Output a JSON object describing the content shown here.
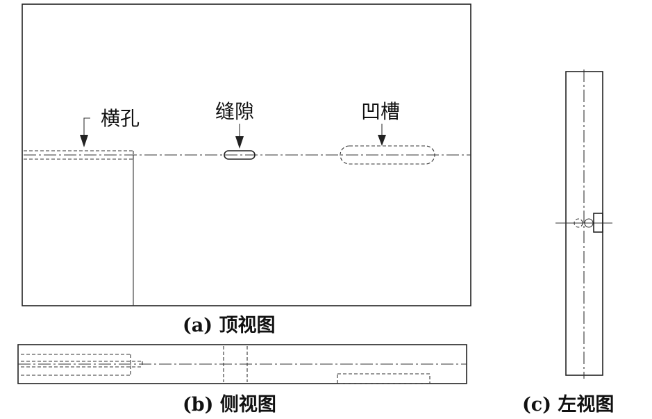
{
  "labels": {
    "hole": "横孔",
    "gap": "缝隙",
    "groove": "凹槽"
  },
  "captions": {
    "top": "(a) 顶视图",
    "side": "(b) 侧视图",
    "left": "(c) 左视图"
  }
}
